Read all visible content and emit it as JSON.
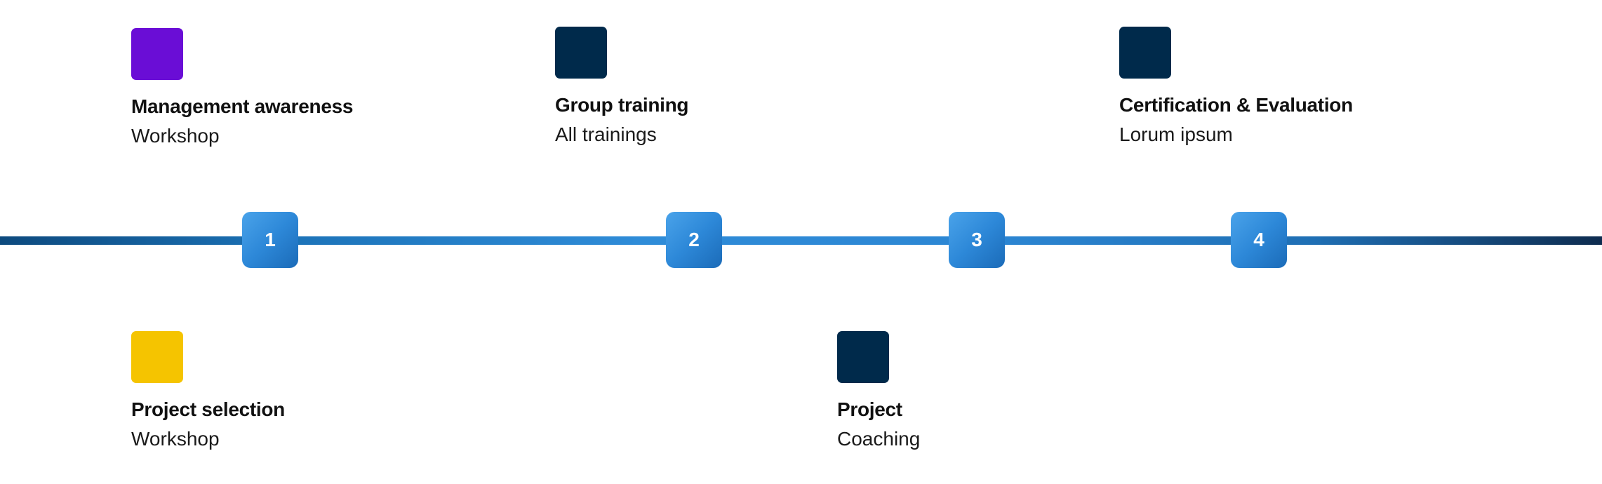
{
  "colors": {
    "purple": "#6a0dd6",
    "navy": "#002a4b",
    "yellow": "#f5c400",
    "step_blue": "#2d88d8"
  },
  "steps": [
    {
      "number": "1"
    },
    {
      "number": "2"
    },
    {
      "number": "3"
    },
    {
      "number": "4"
    }
  ],
  "items": {
    "management": {
      "title": "Management awareness",
      "subtitle": "Workshop",
      "color": "#6a0dd6"
    },
    "group": {
      "title": "Group training",
      "subtitle": "All trainings",
      "color": "#002a4b"
    },
    "cert": {
      "title": "Certification & Evaluation",
      "subtitle": "Lorum ipsum",
      "color": "#002a4b"
    },
    "selection": {
      "title": "Project selection",
      "subtitle": "Workshop",
      "color": "#f5c400"
    },
    "project": {
      "title": "Project",
      "subtitle": "Coaching",
      "color": "#002a4b"
    }
  }
}
